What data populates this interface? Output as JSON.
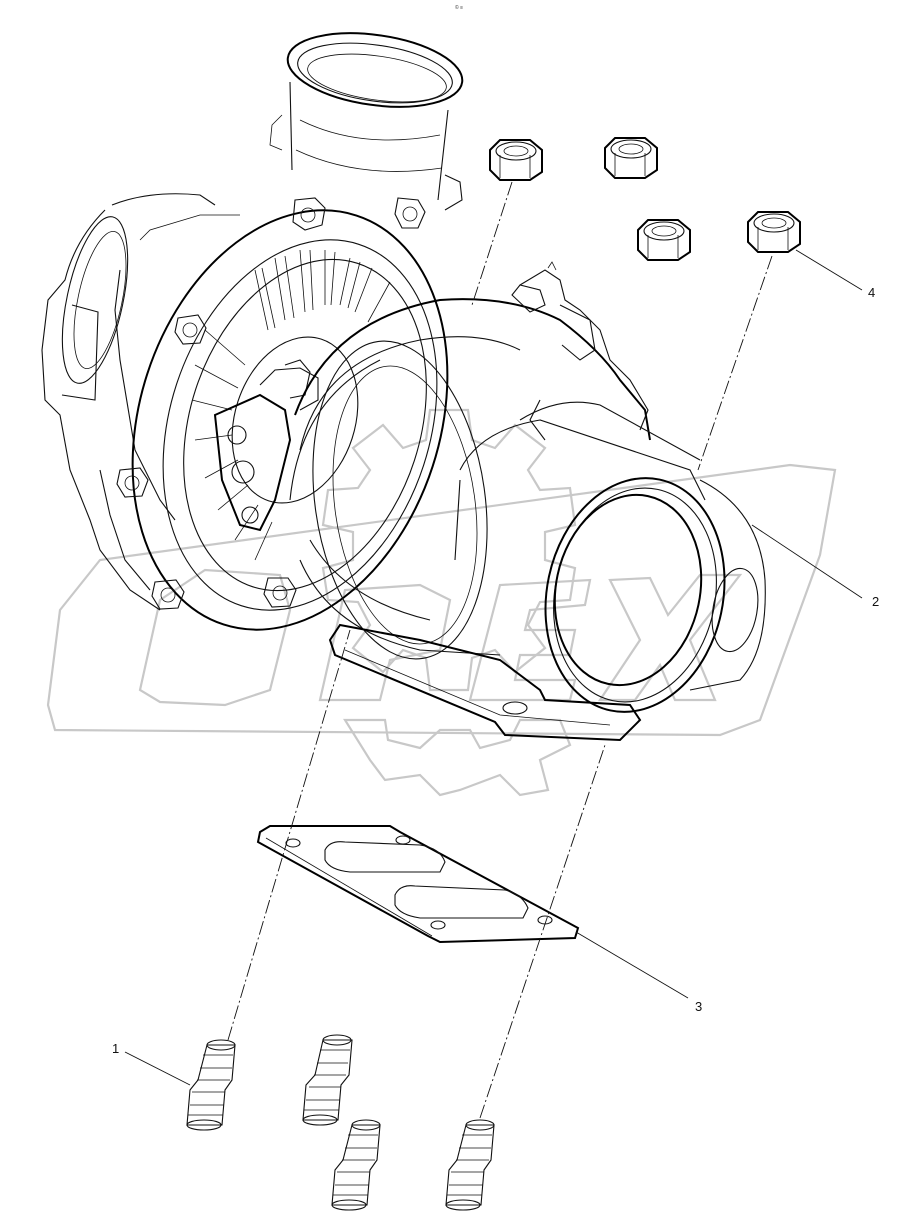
{
  "sheet": {
    "header_code": "© ≡"
  },
  "watermark": {
    "text": "OPEX",
    "color": "#c8c8c8"
  },
  "callouts": [
    {
      "id": "1",
      "label": "1"
    },
    {
      "id": "2",
      "label": "2"
    },
    {
      "id": "3",
      "label": "3"
    },
    {
      "id": "4",
      "label": "4"
    }
  ],
  "parts": [
    {
      "name": "stud",
      "icon": "stud-icon",
      "quantity": 4
    },
    {
      "name": "turbocharger",
      "icon": "turbocharger-icon",
      "quantity": 1
    },
    {
      "name": "gasket",
      "icon": "gasket-icon",
      "quantity": 1
    },
    {
      "name": "nut",
      "icon": "nut-icon",
      "quantity": 4
    }
  ]
}
